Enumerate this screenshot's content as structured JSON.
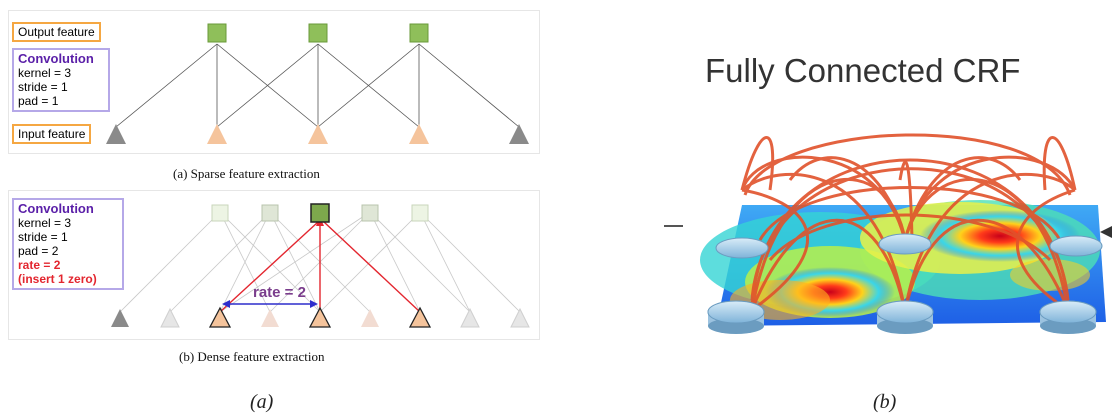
{
  "panel_a": {
    "top": {
      "output_label": "Output feature",
      "input_label": "Input feature",
      "conv_title": "Convolution",
      "conv_lines": [
        "kernel = 3",
        "stride = 1",
        "pad = 1"
      ],
      "caption": "(a) Sparse feature extraction"
    },
    "bottom": {
      "conv_title": "Convolution",
      "conv_lines": [
        "kernel = 3",
        "stride = 1",
        "pad = 2"
      ],
      "rate_lines": [
        "rate = 2",
        "(insert 1 zero)"
      ],
      "rate_annotation": "rate = 2",
      "caption": "(b) Dense feature extraction"
    },
    "label": "(a)"
  },
  "panel_b": {
    "title": "Fully Connected CRF",
    "label": "(b)"
  },
  "colors": {
    "output_node": "#8fbf5a",
    "input_node": "#f5c49c",
    "pad_node": "#8a8a8a",
    "orange_border": "#f5a742",
    "purple_border": "#b5a8e8",
    "conv_title": "#5a1fa8",
    "rate_red": "#e3262f",
    "arrow_blue": "#2d2dcc",
    "rate_text": "#7a3d8c",
    "crf_arcs": "#e0522b"
  }
}
